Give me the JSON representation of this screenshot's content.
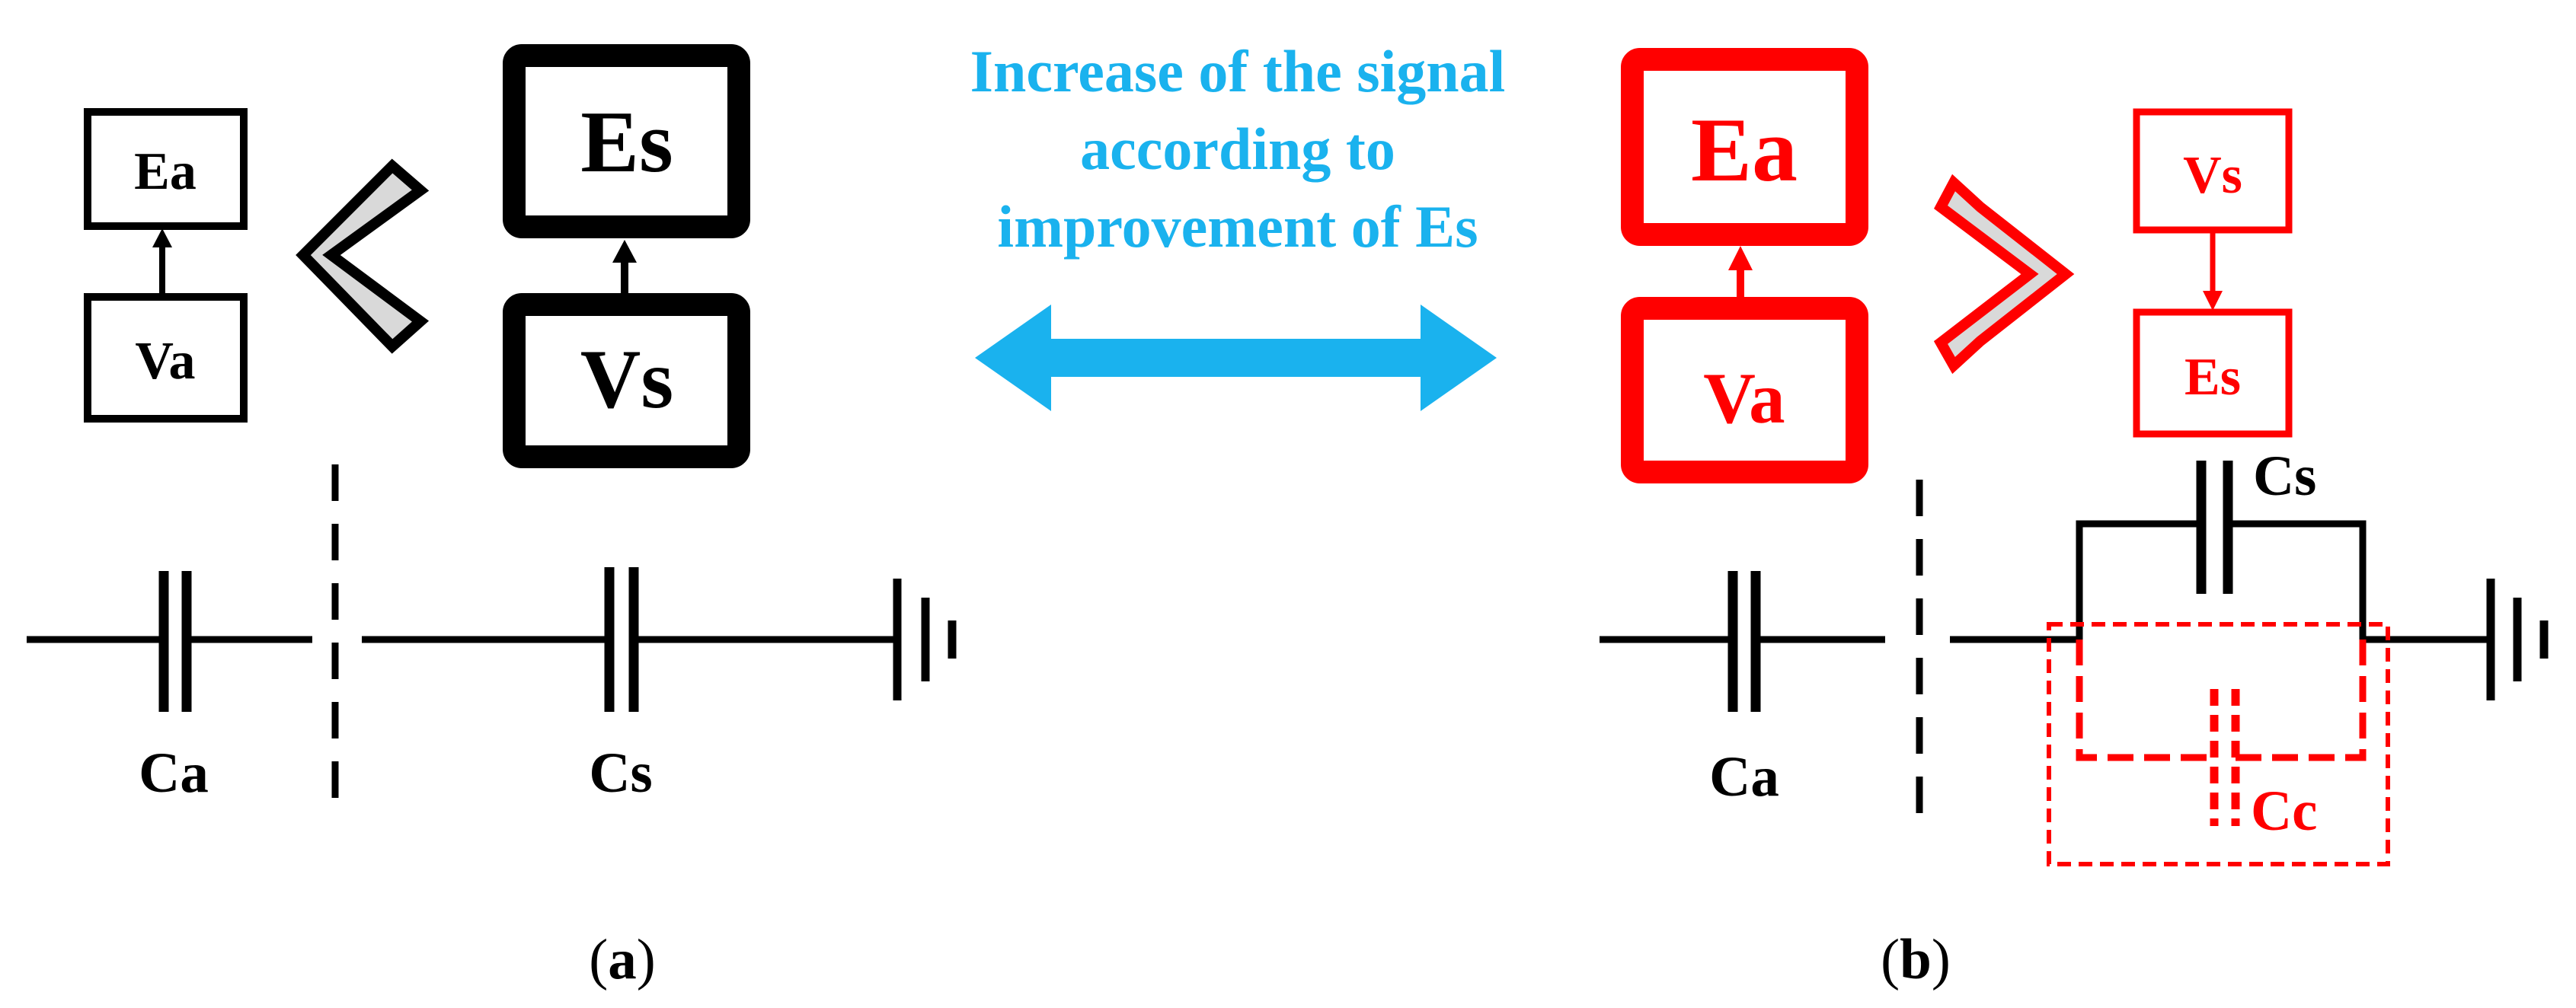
{
  "colors": {
    "black": "#000000",
    "red": "#ff0000",
    "cyan": "#1ab2ee",
    "chevron_fill": "#d9d9d9"
  },
  "center": {
    "line1": "Increase of the signal",
    "line2": "according to",
    "line3": "improvement of Es",
    "arrow_icon": "double-headed-arrow"
  },
  "panel_a": {
    "caption_open": "(",
    "caption_letter": "a",
    "caption_close": ")",
    "box_small_top": "Ea",
    "box_small_bottom": "Va",
    "box_large_top": "Es",
    "box_large_bottom": "Vs",
    "comparison_icon": "less-than-chevron",
    "cap1_label": "Ca",
    "cap2_label": "Cs"
  },
  "panel_b": {
    "caption_open": "(",
    "caption_letter": "b",
    "caption_close": ")",
    "box_large_top": "Ea",
    "box_large_bottom": "Va",
    "box_small_top": "Vs",
    "box_small_bottom": "Es",
    "comparison_icon": "greater-than-chevron",
    "cap1_label": "Ca",
    "cap2_label": "Cs",
    "cap3_label": "Cc"
  }
}
